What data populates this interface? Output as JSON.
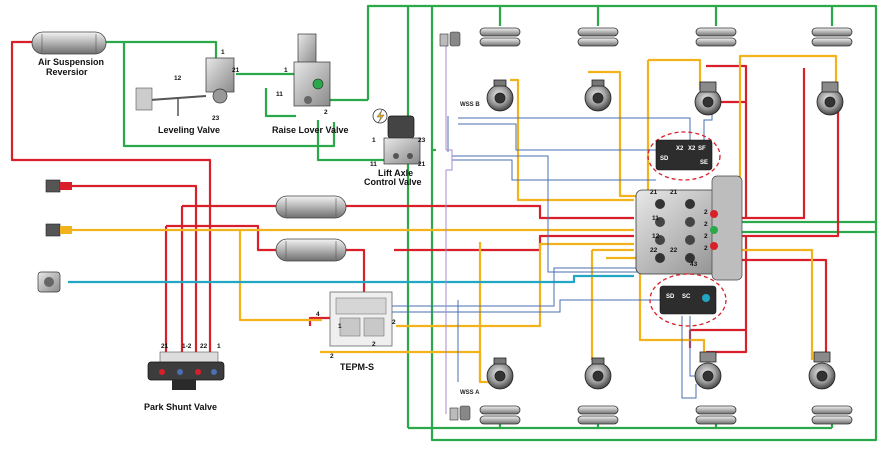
{
  "colors": {
    "supply": "#2aa84a",
    "primary": "#d9202a",
    "secondary": "#f2b21c",
    "trailer": "#23a6c4",
    "sensor": "#4a6fb3",
    "sensor_alt": "#a78bd0"
  },
  "labels": {
    "air_suspension": "Air Suspension",
    "reversior": "Reversior",
    "leveling_valve": "Leveling Valve",
    "raise_lower_valve": "Raise Lover Valve",
    "lift_axle": "Lift Axle",
    "control_valve": "Control Valve",
    "tepm": "TEPM-S",
    "park_shunt": "Park Shunt Valve",
    "wss_b": "WSS B",
    "wss_a": "WSS A"
  },
  "ports": {
    "lv_1": "1",
    "lv_21": "21",
    "lv_12": "12",
    "lv_23": "23",
    "rl_1": "1",
    "rl_11": "11",
    "rl_2": "2",
    "la_1": "1",
    "la_23": "23",
    "la_11": "11",
    "la_21": "21",
    "tp_4": "4",
    "tp_1": "1",
    "tp_2a": "2",
    "tp_2b": "2",
    "tp_2c": "2",
    "ps_21": "21",
    "ps_12": "1-2",
    "ps_22": "22",
    "ps_1": "1",
    "mod_21a": "21",
    "mod_21b": "21",
    "mod_11": "11",
    "mod_12": "12",
    "mod_22a": "22",
    "mod_22b": "22",
    "mod_2a": "2",
    "mod_2b": "2",
    "mod_2c": "2",
    "mod_2d": "2",
    "mod_43": "43",
    "conn_x2a": "X2",
    "conn_x2b": "X2",
    "conn_sf": "SF",
    "conn_sd1": "SD",
    "conn_se": "SE",
    "conn_sd": "SD",
    "conn_sc": "SC"
  }
}
